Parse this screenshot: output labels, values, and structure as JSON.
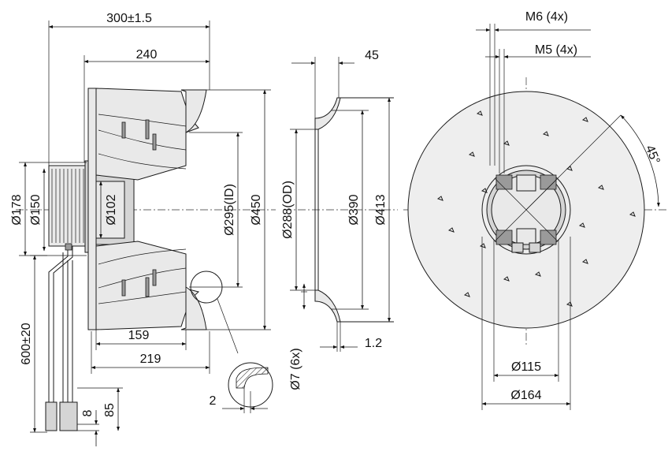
{
  "dimensions": {
    "overall_length": "300±1.5",
    "width_240": "240",
    "width_159": "159",
    "width_219": "219",
    "dia_178": "Ø178",
    "dia_150": "Ø150",
    "dia_102": "Ø102",
    "dia_295_id": "Ø295(ID)",
    "dia_450": "Ø450",
    "cable_length": "600±20",
    "cable_end_8": "8",
    "cable_end_85": "85",
    "ring_width_45": "45",
    "dia_288_od": "Ø288(OD)",
    "dia_390": "Ø390",
    "dia_413": "Ø413",
    "thickness_1_2": "1.2",
    "holes_7": "Ø7 (6x)",
    "detail_2": "2",
    "thread_m6": "M6 (4x)",
    "thread_m5": "M5 (4x)",
    "angle_45": "45°",
    "dia_115": "Ø115",
    "dia_164": "Ø164"
  }
}
